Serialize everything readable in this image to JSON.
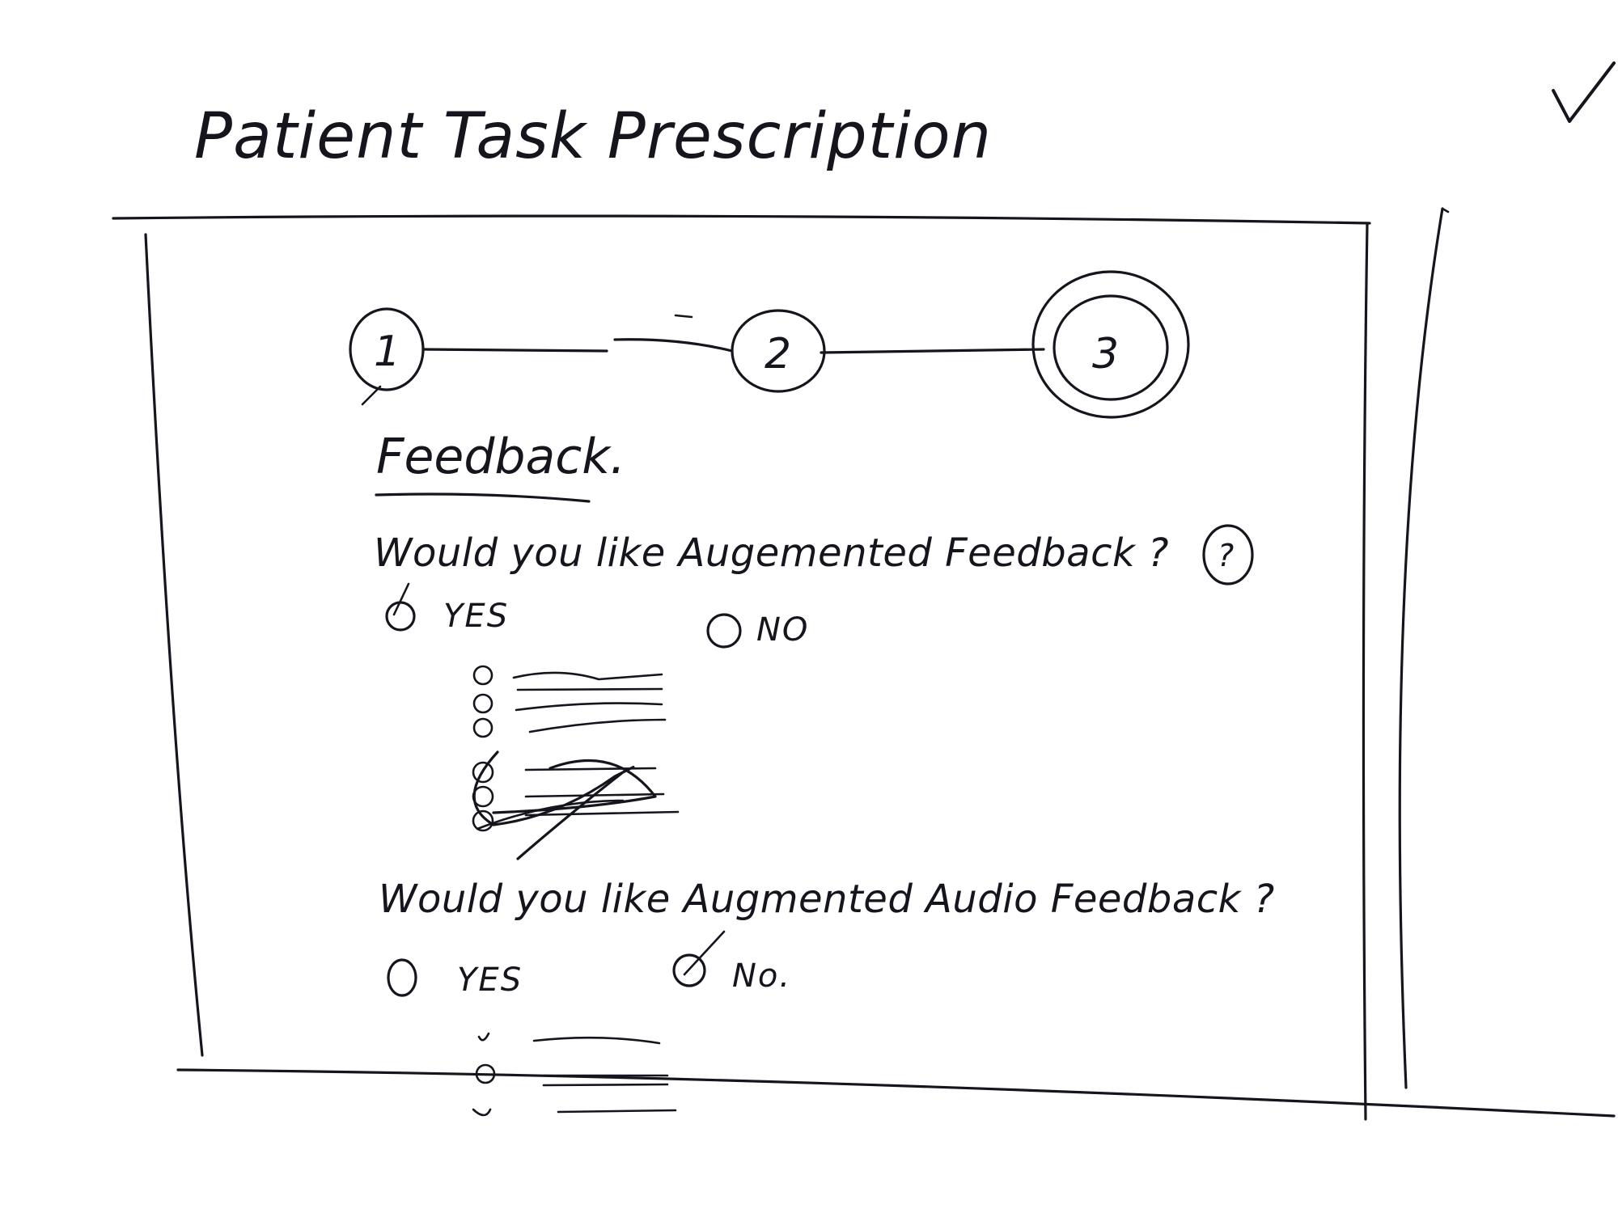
{
  "page": {
    "title": "Patient Task Prescription",
    "checkmark_icon": "checkmark-icon"
  },
  "stepper": {
    "steps": [
      {
        "label": "1",
        "state": "complete"
      },
      {
        "label": "2",
        "state": "complete"
      },
      {
        "label": "3",
        "state": "current"
      }
    ]
  },
  "section": {
    "title": "Feedback."
  },
  "question_visual": {
    "text": "Would you like Augemented Feedback ?",
    "help_label": "?",
    "options": [
      {
        "label": "YES",
        "selected": true
      },
      {
        "label": "NO",
        "selected": false
      }
    ],
    "sub_options_count": 3,
    "crossed_out_sub_options_count": 3
  },
  "question_audio": {
    "text": "Would you like Augmented Audio Feedback ?",
    "options": [
      {
        "label": "YES",
        "selected": false
      },
      {
        "label": "No.",
        "selected": true
      }
    ],
    "sub_options_count": 3
  },
  "colors": {
    "ink": "#15151d",
    "paper": "#ffffff"
  }
}
